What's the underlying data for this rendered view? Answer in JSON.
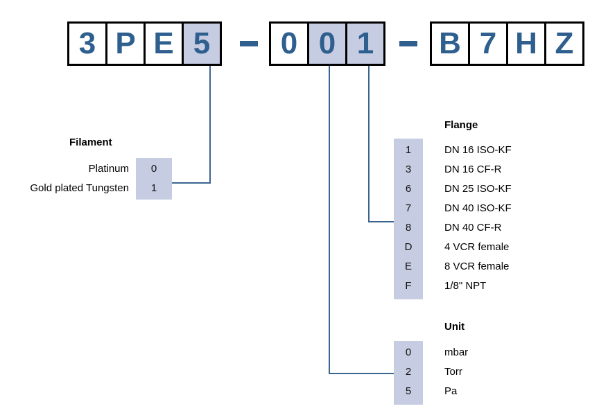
{
  "order_code": {
    "groups": [
      {
        "name": "group-1",
        "cells": [
          {
            "char": "3",
            "highlight": false
          },
          {
            "char": "P",
            "highlight": false
          },
          {
            "char": "E",
            "highlight": false
          },
          {
            "char": "5",
            "highlight": true
          }
        ]
      },
      {
        "name": "group-2",
        "cells": [
          {
            "char": "0",
            "highlight": false
          },
          {
            "char": "0",
            "highlight": true
          },
          {
            "char": "1",
            "highlight": true
          }
        ]
      },
      {
        "name": "group-3",
        "cells": [
          {
            "char": "B",
            "highlight": false
          },
          {
            "char": "7",
            "highlight": false
          },
          {
            "char": "H",
            "highlight": false
          },
          {
            "char": "Z",
            "highlight": false
          }
        ]
      }
    ],
    "separator": "–"
  },
  "sections": {
    "filament": {
      "title": "Filament",
      "rows": [
        {
          "code": "0",
          "label": "Platinum"
        },
        {
          "code": "1",
          "label": "Gold plated Tungsten"
        }
      ]
    },
    "flange": {
      "title": "Flange",
      "rows": [
        {
          "code": "1",
          "label": "DN 16 ISO-KF"
        },
        {
          "code": "3",
          "label": "DN 16 CF-R"
        },
        {
          "code": "6",
          "label": "DN 25 ISO-KF"
        },
        {
          "code": "7",
          "label": "DN 40 ISO-KF"
        },
        {
          "code": "8",
          "label": "DN 40 CF-R"
        },
        {
          "code": "D",
          "label": "4 VCR female"
        },
        {
          "code": "E",
          "label": "8 VCR female"
        },
        {
          "code": "F",
          "label": "1/8\" NPT"
        }
      ]
    },
    "unit": {
      "title": "Unit",
      "rows": [
        {
          "code": "0",
          "label": "mbar"
        },
        {
          "code": "2",
          "label": "Torr"
        },
        {
          "code": "5",
          "label": "Pa"
        }
      ]
    }
  },
  "colors": {
    "code_text": "#2e5f8f",
    "highlight_fill": "#c6cce1",
    "connector": "#3c6490",
    "box_border": "#000000"
  }
}
